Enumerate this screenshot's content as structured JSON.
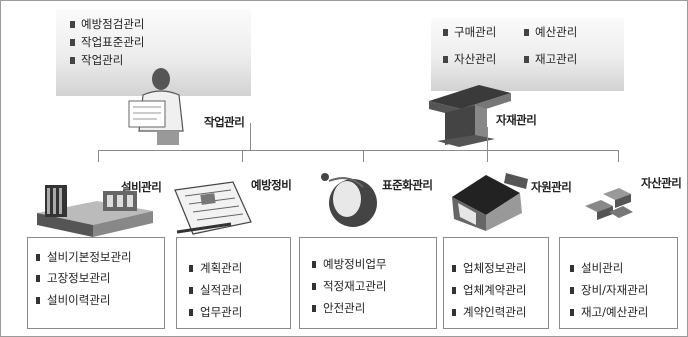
{
  "top_left_box": {
    "items": [
      "예방점검관리",
      "작업표준관리",
      "작업관리"
    ],
    "title": "작업관리"
  },
  "top_right_box": {
    "items": [
      "구매관리",
      "예산관리",
      "자산관리",
      "재고관리"
    ],
    "title": "자재관리"
  },
  "categories": [
    {
      "label": "설비관리",
      "items": [
        "설비기본정보관리",
        "고장정보관리",
        "설비이력관리"
      ]
    },
    {
      "label": "예방정비",
      "items": [
        "계획관리",
        "실적관리",
        "업무관리"
      ]
    },
    {
      "label": "표준화관리",
      "items": [
        "예방정비업무",
        "적정재고관리",
        "안전관리"
      ]
    },
    {
      "label": "자원관리",
      "items": [
        "업체정보관리",
        "업체계약관리",
        "계약인력관리"
      ]
    },
    {
      "label": "자산관리",
      "items": [
        "설비관리",
        "장비/자재관리",
        "재고/예산관리"
      ]
    }
  ]
}
